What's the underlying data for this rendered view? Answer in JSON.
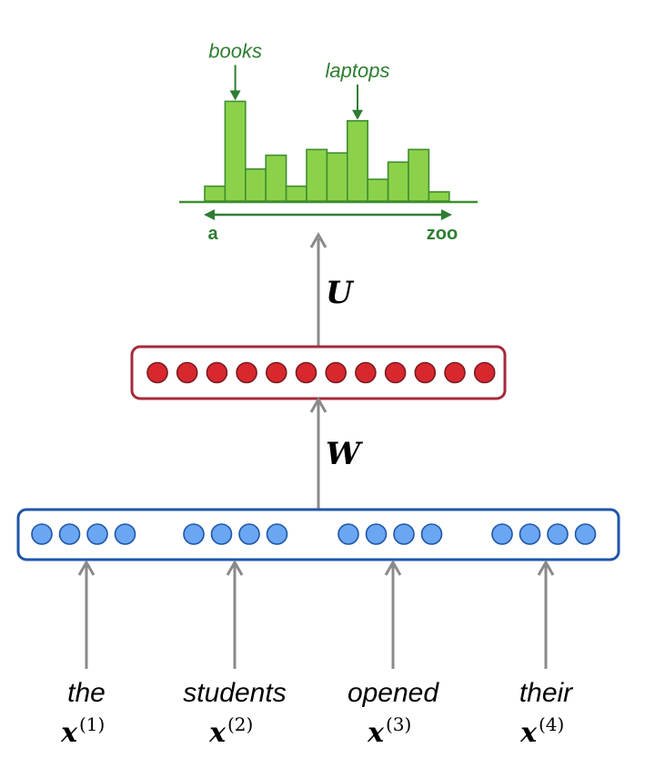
{
  "histogram": {
    "bars": [
      0.13,
      0.87,
      0.28,
      0.4,
      0.13,
      0.45,
      0.42,
      0.7,
      0.19,
      0.34,
      0.45,
      0.08
    ],
    "annotations": [
      {
        "label": "books",
        "bar_index": 1
      },
      {
        "label": "laptops",
        "bar_index": 7
      }
    ],
    "axis_start": "a",
    "axis_end": "zoo"
  },
  "matrices": {
    "U": "U",
    "W": "W"
  },
  "hidden_layer": {
    "neuron_count": 12
  },
  "input_layer": {
    "groups": 4,
    "neurons_per_group": 4
  },
  "inputs": [
    {
      "word": "the",
      "var": "x",
      "sup": "(1)"
    },
    {
      "word": "students",
      "var": "x",
      "sup": "(2)"
    },
    {
      "word": "opened",
      "var": "x",
      "sup": "(3)"
    },
    {
      "word": "their",
      "var": "x",
      "sup": "(4)"
    }
  ],
  "colors": {
    "bar_fill": "#8cd14a",
    "bar_stroke": "#3e8f2f",
    "annot_green": "#2e7d32",
    "hidden_box": "#a52a3c",
    "hidden_neuron": "#d8282e",
    "input_box": "#1f56a8",
    "input_neuron": "#6aa6f2",
    "arrow_gray": "#8a8a8a"
  }
}
